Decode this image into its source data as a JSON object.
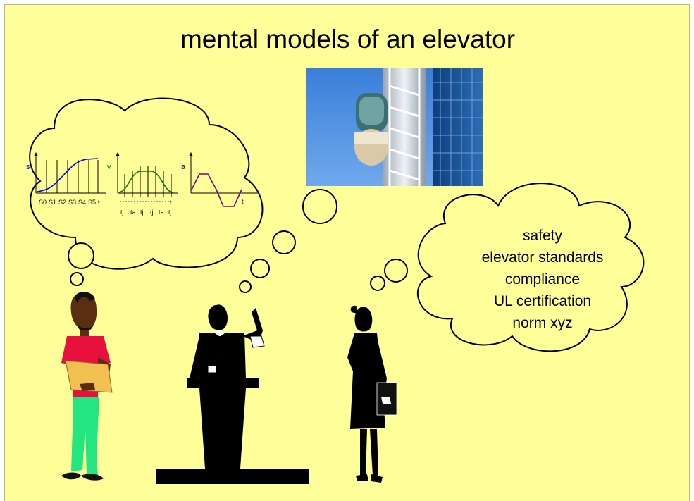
{
  "slide": {
    "title": "mental models of an elevator",
    "background_color": "#ffff99"
  },
  "left_thought": {
    "graph_s": {
      "axis_label": "s",
      "axis_color": "#0000cc",
      "ticks": [
        "S0",
        "S1",
        "S2",
        "S3",
        "S4",
        "S5",
        "t"
      ]
    },
    "graph_v": {
      "axis_label": "v",
      "axis_color": "#008000",
      "ticks": [
        "tj",
        "ta",
        "tj",
        "tj",
        "ta",
        "tj"
      ],
      "t_label": "t"
    },
    "graph_a": {
      "axis_label": "a",
      "axis_color": "#800080",
      "t_label": "t"
    }
  },
  "right_thought": {
    "lines": [
      "safety",
      "elevator standards",
      "compliance",
      "UL certification",
      "norm xyz"
    ]
  },
  "photo": {
    "subject": "glass elevator on building facade"
  },
  "figures": [
    "man-holding-folder",
    "speaker-at-podium",
    "woman-with-briefcase"
  ]
}
